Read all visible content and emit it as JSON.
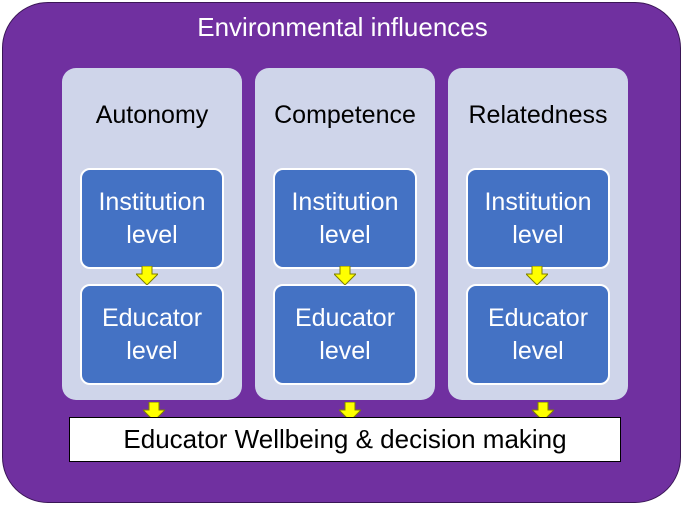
{
  "title": "Environmental influences",
  "columns": [
    {
      "name": "Autonomy",
      "institution_line1": "Institution",
      "institution_line2": "level",
      "educator_line1": "Educator",
      "educator_line2": "level"
    },
    {
      "name": "Competence",
      "institution_line1": "Institution",
      "institution_line2": "level",
      "educator_line1": "Educator",
      "educator_line2": "level"
    },
    {
      "name": "Relatedness",
      "institution_line1": "Institution",
      "institution_line2": "level",
      "educator_line1": "Educator",
      "educator_line2": "level"
    }
  ],
  "outcome": "Educator Wellbeing & decision making",
  "colors": {
    "frame": "#7030a0",
    "column": "#cfd5ea",
    "box": "#4472c4",
    "arrow": "#ffff00"
  }
}
